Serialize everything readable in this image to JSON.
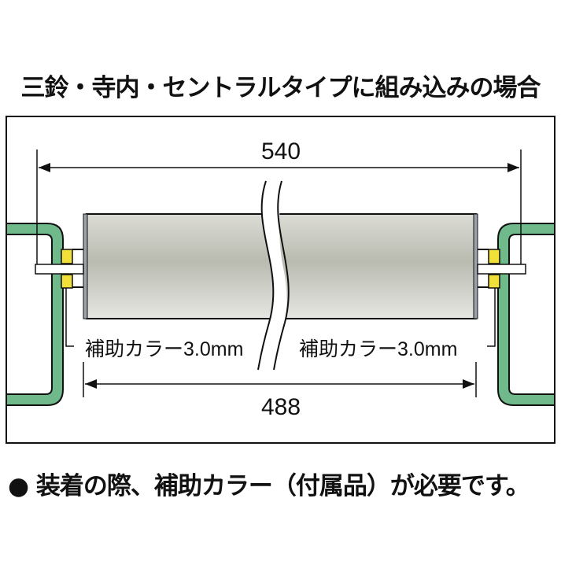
{
  "title": "三鈴・寺内・セントラルタイプに組み込みの場合",
  "dimensions": {
    "overall": "540",
    "inner": "488"
  },
  "collar_label_left": "補助カラー3.0mm",
  "collar_label_right": "補助カラー3.0mm",
  "note": "● 装着の際、補助カラー（付属品）が必要です。",
  "colors": {
    "frame": "#6fb98b",
    "collar": "#f2e03a",
    "roller": "#c9cbc1"
  }
}
